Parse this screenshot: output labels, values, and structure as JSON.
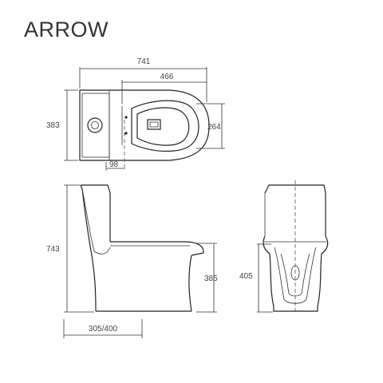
{
  "brand": "ARROW",
  "dimensions": {
    "overall_length": "741",
    "bowl_length": "466",
    "tank_width": "383",
    "bowl_width": "264",
    "outlet_offset": "98",
    "overall_height": "743",
    "seat_height": "385",
    "rough_in": "305/400",
    "base_height": "405"
  },
  "colors": {
    "line": "#222222",
    "text": "#444444"
  }
}
